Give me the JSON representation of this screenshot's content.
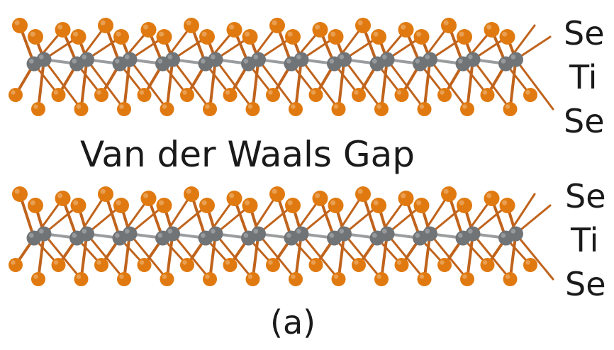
{
  "figure": {
    "gap_label": "Van der Waals Gap",
    "caption": "(a)"
  },
  "layers": [
    {
      "atom_labels": [
        "Se",
        "Ti",
        "Se"
      ]
    },
    {
      "atom_labels": [
        "Se",
        "Ti",
        "Se"
      ]
    }
  ],
  "colors": {
    "selenium": "#e07a10",
    "titanium": "#707476",
    "bond_se": "#c0631c",
    "bond_ti": "#9a9c9e"
  }
}
